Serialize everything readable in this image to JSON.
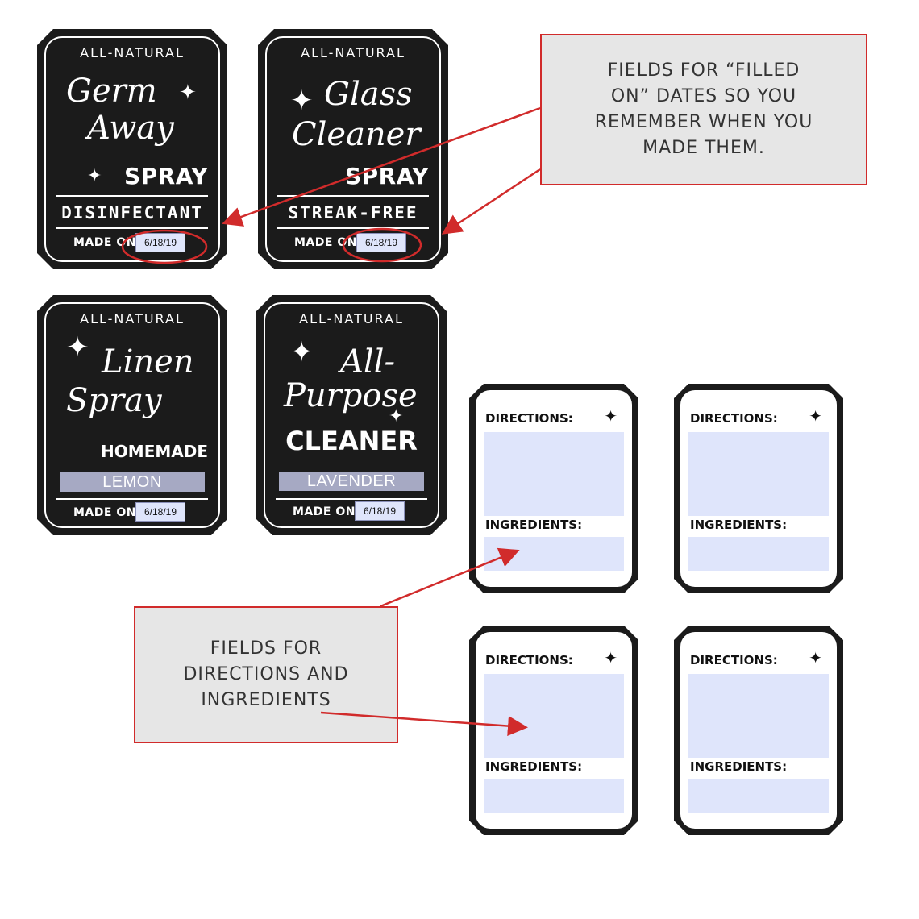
{
  "labels": [
    {
      "top": "ALL-NATURAL",
      "script1": "Germ",
      "script2": "Away",
      "bold": "SPRAY",
      "wide": "DISINFECTANT",
      "made": "MADE ON:",
      "date": "6/18/19"
    },
    {
      "top": "ALL-NATURAL",
      "script1": "Glass",
      "script2": "Cleaner",
      "bold": "SPRAY",
      "wide": "STREAK-FREE",
      "made": "MADE ON:",
      "date": "6/18/19"
    },
    {
      "top": "ALL-NATURAL",
      "script1": "Linen",
      "script2": "Spray",
      "bold": "HOMEMADE",
      "banner": "LEMON",
      "made": "MADE ON:",
      "date": "6/18/19"
    },
    {
      "top": "ALL-NATURAL",
      "script1": "All-",
      "script2": "Purpose",
      "bold": "CLEANER",
      "banner": "LAVENDER",
      "made": "MADE ON:",
      "date": "6/18/19"
    }
  ],
  "cards": {
    "directions": "DIRECTIONS:",
    "ingredients": "INGREDIENTS:"
  },
  "callouts": {
    "dates_line1": "FIELDS FOR “FILLED",
    "dates_line2": "ON” DATES SO YOU",
    "dates_line3": "REMEMBER WHEN YOU",
    "dates_line4": "MADE THEM.",
    "fields_line1": "FIELDS FOR",
    "fields_line2": "DIRECTIONS AND",
    "fields_line3": "INGREDIENTS"
  },
  "colors": {
    "label_bg": "#1b1b1b",
    "field_fill": "#dfe5fb",
    "banner_fill": "#a6a9c3",
    "callout_border": "#d12b2b",
    "callout_bg": "#e6e6e6"
  }
}
